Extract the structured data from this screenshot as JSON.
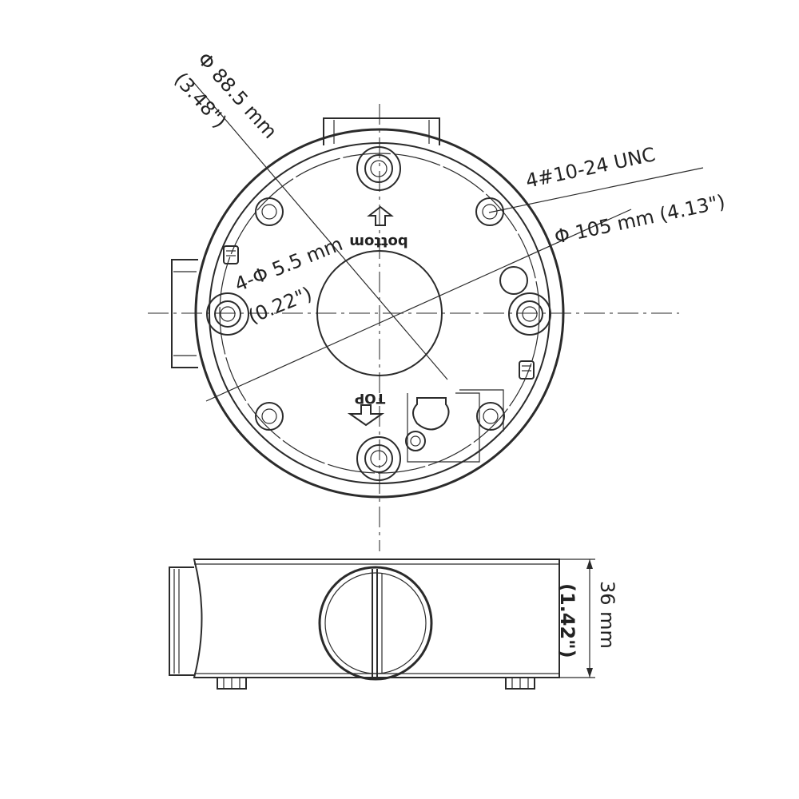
{
  "top_view": {
    "dim_inner_diameter": "Φ 88.5 mm",
    "dim_inner_diameter_in": "(3.48\")",
    "dim_thread": "4#10-24 UNC",
    "dim_outer_diameter": "Φ 105 mm (4.13\")",
    "dim_hole": "4-Φ 5.5 mm",
    "dim_hole_in": "(0.22\")",
    "label_bottom": "bottom",
    "label_top": "TOP"
  },
  "side_view": {
    "dim_height": "36 mm",
    "dim_height_in": "(1.42\")"
  }
}
